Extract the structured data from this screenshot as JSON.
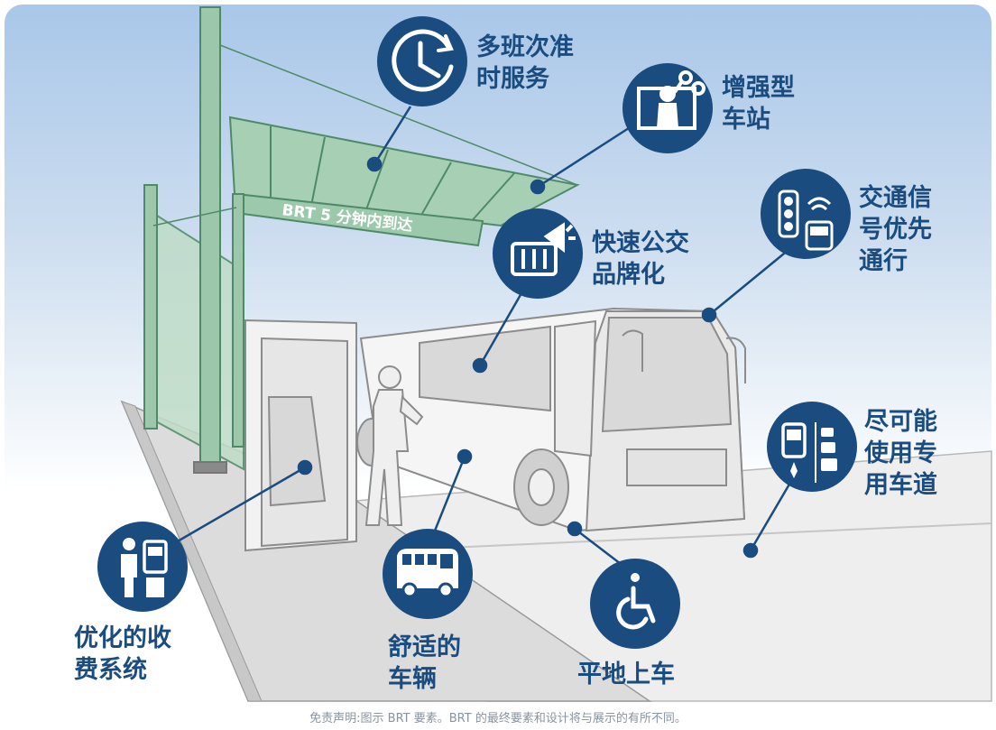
{
  "sign_text": "BRT 5 分钟内到达",
  "disclaimer": "免责声明:图示 BRT 要素。BRT 的最终要素和设计将与展示的有所不同。",
  "features": [
    {
      "icon": "clock-icon",
      "lines": [
        "多班次准",
        "时服务"
      ]
    },
    {
      "icon": "station-icon",
      "lines": [
        "增强型",
        "车站"
      ]
    },
    {
      "icon": "traffic-signal-icon",
      "lines": [
        "交通信",
        "号优先",
        "通行"
      ]
    },
    {
      "icon": "branding-icon",
      "lines": [
        "快速公交",
        "品牌化"
      ]
    },
    {
      "icon": "dedicated-lane-icon",
      "lines": [
        "尽可能",
        "使用专",
        "用车道"
      ]
    },
    {
      "icon": "fare-machine-icon",
      "lines": [
        "优化的收",
        "费系统"
      ]
    },
    {
      "icon": "comfort-bus-icon",
      "lines": [
        "舒适的",
        "车辆"
      ]
    },
    {
      "icon": "wheelchair-icon",
      "lines": [
        "平地上车"
      ]
    }
  ],
  "colors": {
    "badge": "#1b4c80",
    "canopy": "#a7cfb4",
    "canopy_stroke": "#4f8a68"
  }
}
